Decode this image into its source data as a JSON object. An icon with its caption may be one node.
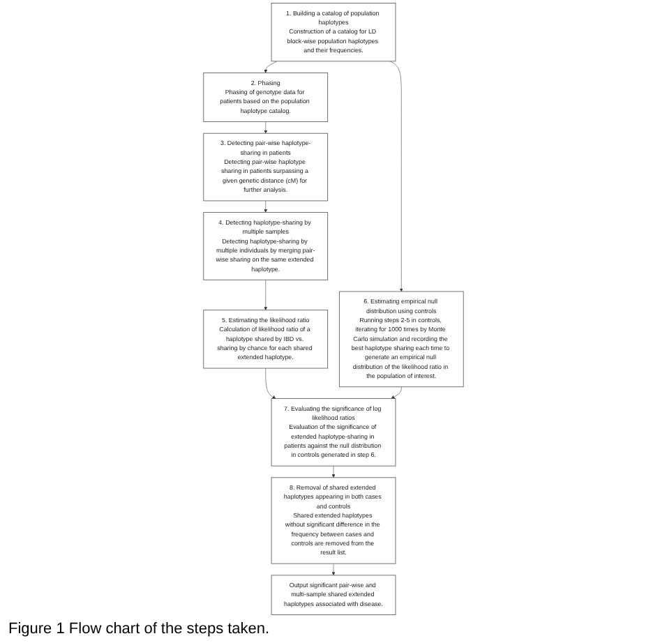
{
  "diagram": {
    "caption": "Figure 1 Flow chart of the steps taken.",
    "nodes": [
      {
        "text": [
          "1. Building a catalog of population haplotypes",
          "Construction of a catalog for LD block-wise population haplotypes and their frequencies."
        ]
      },
      {
        "text": [
          "2. Phasing",
          "Phasing of genotype data for patients based on the population haplotype catalog."
        ]
      },
      {
        "text": [
          "3. Detecting pair-wise haplotype-sharing in patients",
          "Detecting pair-wise haplotype sharing in patients surpassing a given genetic distance (cM) for further analysis."
        ]
      },
      {
        "text": [
          "4. Detecting haplotype-sharing by multiple samples",
          "Detecting haplotype-sharing by multiple individuals by merging pair-wise sharing on the same extended haplotype."
        ]
      },
      {
        "text": [
          "5. Estimating the likelihood ratio",
          "Calculation of likelihood ratio of a haplotype shared by IBD vs. sharing by chance for each shared extended haplotype."
        ]
      },
      {
        "text": [
          "6. Estimating empirical null distribution using controls",
          "Running steps 2-5 in controls, iterating for 1000 times by Monte Carlo simulation and recording the best haplotype sharing each time to generate an empirical null distribution of the likelihood ratio in the population of interest."
        ]
      },
      {
        "text": [
          "7. Evaluating the significance of log likelihood ratios",
          "Evaluation of the significance of extended haplotype-sharing in patients against the null distribution in controls generated in step 6."
        ]
      },
      {
        "text": [
          "8. Removal of shared extended haplotypes appearing in both cases and controls",
          "Shared extended haplotypes without significant difference in the frequency between cases and controls are removed from the result list."
        ]
      },
      {
        "text": [
          "Output significant pair-wise and multi-sample shared extended haplotypes associated with disease."
        ]
      }
    ],
    "edges": [
      {
        "from": 0,
        "to": 1,
        "arrow": "to"
      },
      {
        "from": 0,
        "to": 5,
        "arrow": "to"
      },
      {
        "from": 1,
        "to": 2,
        "arrow": "to"
      },
      {
        "from": 2,
        "to": 3,
        "arrow": "to"
      },
      {
        "from": 3,
        "to": 4,
        "arrow": "to"
      },
      {
        "from": 4,
        "to": 6,
        "arrow": "to"
      },
      {
        "from": 5,
        "to": 6,
        "arrow": "to"
      },
      {
        "from": 6,
        "to": 7,
        "arrow": "to"
      },
      {
        "from": 7,
        "to": 8,
        "arrow": "to"
      }
    ]
  }
}
